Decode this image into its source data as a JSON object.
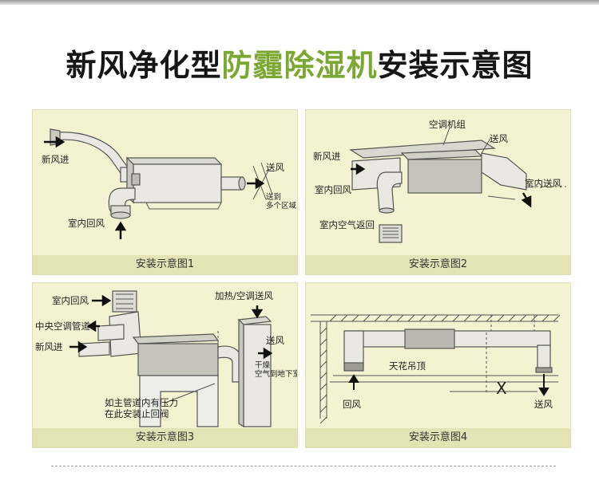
{
  "title": {
    "part1": "新风净化型",
    "part2": "防霾除湿机",
    "part3": "安装示意图"
  },
  "colors": {
    "panel_bg": "#f3f3d2",
    "caption_bg": "#e3e3b6",
    "title_dark": "#161616",
    "title_green": "#7aa832"
  },
  "panels": [
    {
      "caption": "安装示意图1",
      "labels": {
        "fresh_air_in": "新风进",
        "supply_air": "送风",
        "multi_zone_1": "送到",
        "multi_zone_2": "多个区域",
        "indoor_return": "室内回风"
      }
    },
    {
      "caption": "安装示意图2",
      "labels": {
        "ac_unit": "空调机组",
        "supply_air": "送风",
        "fresh_air_in": "新风进",
        "indoor_supply": "室内送风",
        "indoor_return": "室内回风",
        "indoor_air_return": "室内空气返回"
      }
    },
    {
      "caption": "安装示意图3",
      "labels": {
        "indoor_return": "室内回风",
        "central_ac_duct": "中央空调管道",
        "fresh_air_in": "新风进",
        "heat_ac_supply": "加热/空调送风",
        "supply_air": "送风",
        "dry_air_1": "干燥",
        "dry_air_2": "空气到地下室",
        "valve_note_1": "如主管道内有压力",
        "valve_note_2": "在此安装止回阀"
      }
    },
    {
      "caption": "安装示意图4",
      "labels": {
        "ceiling": "天花吊顶",
        "distance": "X",
        "return_air": "回风",
        "supply_air": "送风"
      }
    }
  ]
}
